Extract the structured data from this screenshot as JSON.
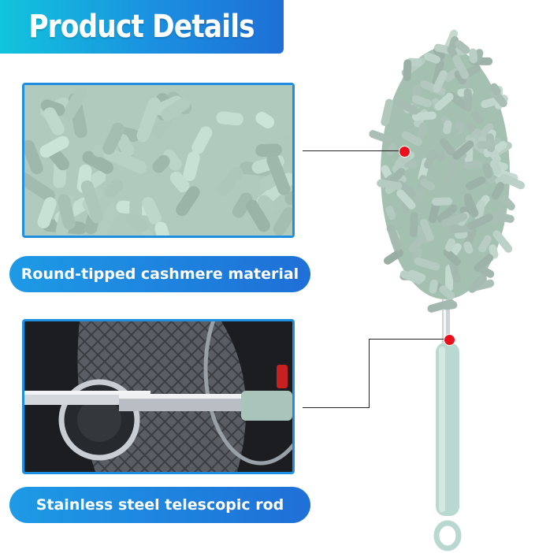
{
  "title": "Product Details",
  "features": [
    {
      "caption": "Round-tipped cashmere material"
    },
    {
      "caption": "Stainless steel telescopic rod"
    }
  ],
  "colors": {
    "accent_blue": "#1e8fe0",
    "banner_cyan": "#11c4dc",
    "microfiber_green": "#a6c4b4",
    "handle_mint": "#b9d8cf",
    "callout_red": "#e8101d"
  }
}
